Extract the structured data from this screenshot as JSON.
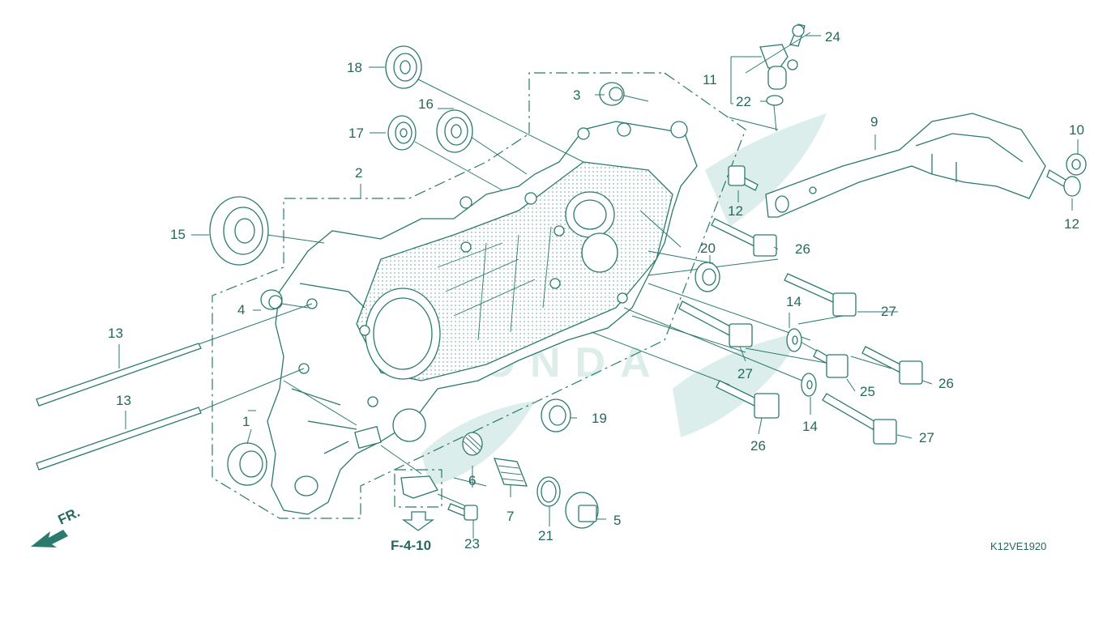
{
  "diagram": {
    "drawing_code": "K12VE1920",
    "reference": "F-4-10",
    "direction_label": "FR.",
    "callouts": [
      {
        "id": "c1",
        "label": "1"
      },
      {
        "id": "c2",
        "label": "2"
      },
      {
        "id": "c3",
        "label": "3"
      },
      {
        "id": "c4",
        "label": "4"
      },
      {
        "id": "c5",
        "label": "5"
      },
      {
        "id": "c6",
        "label": "6"
      },
      {
        "id": "c7",
        "label": "7"
      },
      {
        "id": "c9",
        "label": "9"
      },
      {
        "id": "c10",
        "label": "10"
      },
      {
        "id": "c11",
        "label": "11"
      },
      {
        "id": "c12a",
        "label": "12"
      },
      {
        "id": "c12b",
        "label": "12"
      },
      {
        "id": "c13a",
        "label": "13"
      },
      {
        "id": "c13b",
        "label": "13"
      },
      {
        "id": "c14a",
        "label": "14"
      },
      {
        "id": "c14b",
        "label": "14"
      },
      {
        "id": "c15",
        "label": "15"
      },
      {
        "id": "c16",
        "label": "16"
      },
      {
        "id": "c17",
        "label": "17"
      },
      {
        "id": "c18",
        "label": "18"
      },
      {
        "id": "c19",
        "label": "19"
      },
      {
        "id": "c20",
        "label": "20"
      },
      {
        "id": "c21",
        "label": "21"
      },
      {
        "id": "c22",
        "label": "22"
      },
      {
        "id": "c23",
        "label": "23"
      },
      {
        "id": "c24",
        "label": "24"
      },
      {
        "id": "c25",
        "label": "25"
      },
      {
        "id": "c26a",
        "label": "26"
      },
      {
        "id": "c26b",
        "label": "26"
      },
      {
        "id": "c26c",
        "label": "26"
      },
      {
        "id": "c27a",
        "label": "27"
      },
      {
        "id": "c27b",
        "label": "27"
      },
      {
        "id": "c27c",
        "label": "27"
      }
    ],
    "colors": {
      "line": "#2a7a6e",
      "text": "#24685e",
      "watermark": "#bfe0da",
      "arrow": "#2a7a6e"
    }
  }
}
